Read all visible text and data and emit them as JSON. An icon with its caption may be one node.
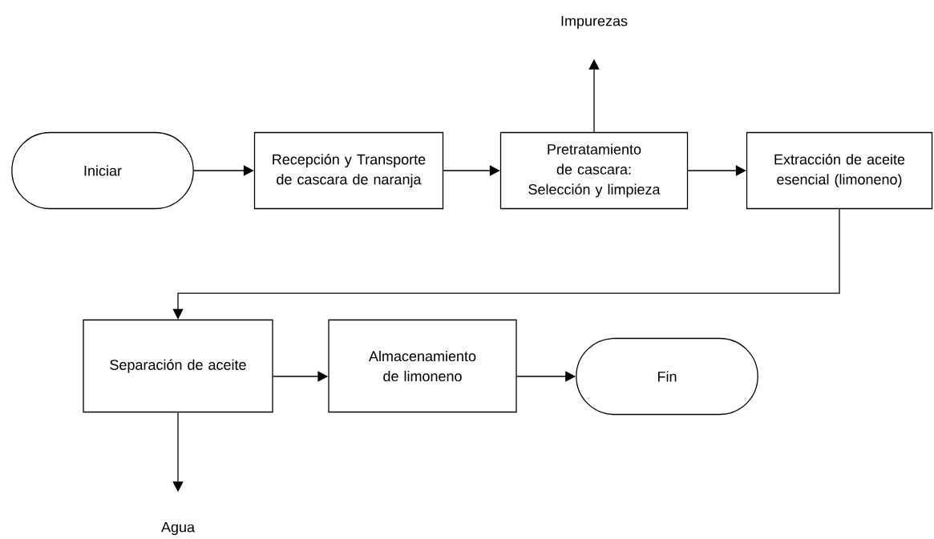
{
  "diagram": {
    "nodes": [
      {
        "text": [
          "Iniciar"
        ]
      },
      {
        "text": [
          "Recepción y Transporte de cascara de naranja"
        ]
      },
      {
        "text": [
          "Pretratamiento de cascara: Selección y limpieza"
        ]
      },
      {
        "text": [
          "Extracción de aceite esencial (limoneno)"
        ]
      },
      {
        "text": [
          "Impurezas"
        ]
      },
      {
        "text": [
          "Separación de aceite"
        ]
      },
      {
        "text": [
          "Almacenamiento de limoneno"
        ]
      },
      {
        "text": [
          "Fin"
        ]
      },
      {
        "text": [
          "Agua"
        ]
      }
    ],
    "edges": [
      {
        "from": 0,
        "to": 1,
        "arrow": "to"
      },
      {
        "from": 1,
        "to": 2,
        "arrow": "to"
      },
      {
        "from": 2,
        "to": 3,
        "arrow": "to"
      },
      {
        "from": 2,
        "to": 4,
        "arrow": "to"
      },
      {
        "from": 3,
        "to": 5,
        "arrow": "to"
      },
      {
        "from": 5,
        "to": 6,
        "arrow": "to"
      },
      {
        "from": 6,
        "to": 7,
        "arrow": "to"
      },
      {
        "from": 5,
        "to": 8,
        "arrow": "to"
      }
    ]
  }
}
